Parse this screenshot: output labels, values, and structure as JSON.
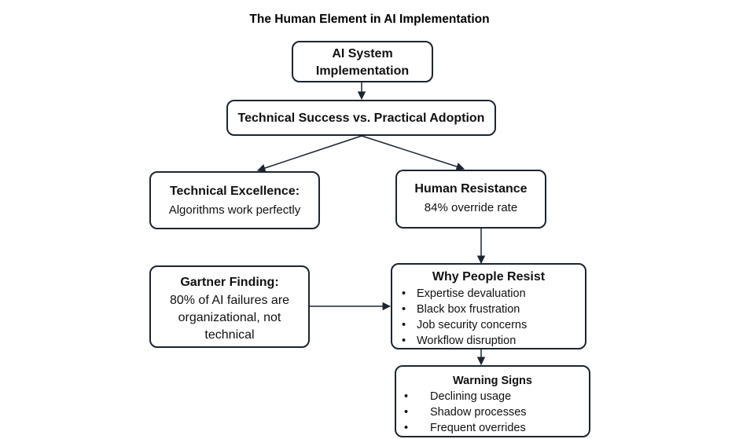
{
  "title": "The Human Element in AI Implementation",
  "boxes": {
    "ai_system": {
      "line1": "AI System",
      "line2": "Implementation"
    },
    "success_vs_adoption": {
      "text": "Technical Success vs. Practical Adoption"
    },
    "technical_excellence": {
      "heading": "Technical Excellence:",
      "body": "Algorithms work perfectly"
    },
    "human_resistance": {
      "heading": "Human Resistance",
      "body": "84% override rate"
    },
    "gartner": {
      "heading": "Gartner Finding:",
      "lines": [
        "80% of AI failures are",
        "organizational, not",
        "technical"
      ]
    },
    "why_resist": {
      "heading": "Why People Resist",
      "items": [
        "Expertise devaluation",
        "Black box frustration",
        "Job security concerns",
        "Workflow disruption"
      ]
    },
    "warning_signs": {
      "heading": "Warning Signs",
      "items": [
        "Declining usage",
        "Shadow processes",
        "Frequent overrides"
      ]
    }
  },
  "colors": {
    "border": "#1c2530",
    "arrow": "#1c2530"
  }
}
